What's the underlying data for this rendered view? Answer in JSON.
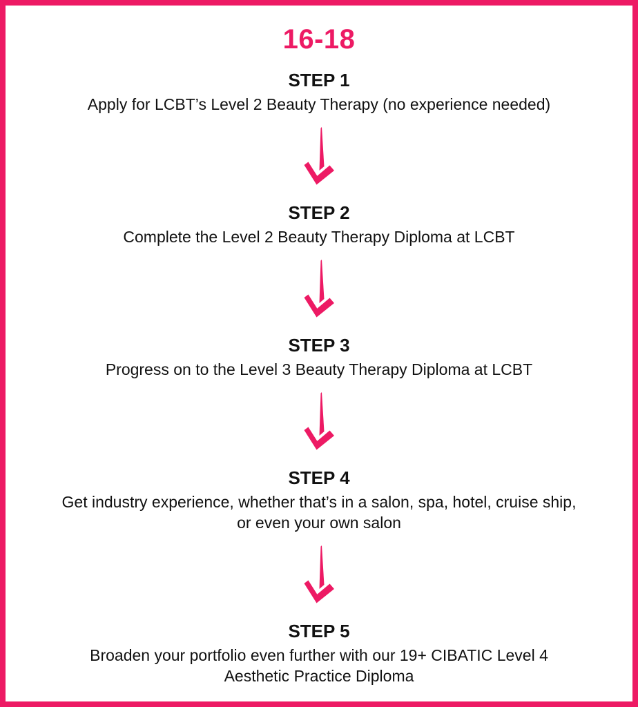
{
  "page": {
    "title": "16-18",
    "accent_color": "#ED1A64",
    "text_color": "#111111",
    "background_color": "#FFFFFF"
  },
  "steps": [
    {
      "label": "STEP 1",
      "lines": [
        "Apply for LCBT’s Level 2 Beauty Therapy (no experience needed)"
      ]
    },
    {
      "label": "STEP 2",
      "lines": [
        "Complete the Level 2 Beauty Therapy Diploma at LCBT"
      ]
    },
    {
      "label": "STEP 3",
      "lines": [
        "Progress on to the Level 3 Beauty Therapy Diploma at LCBT"
      ]
    },
    {
      "label": "STEP 4",
      "lines": [
        "Get industry experience, whether that’s in a salon, spa, hotel, cruise ship,",
        "or even your own salon"
      ]
    },
    {
      "label": "STEP 5",
      "lines": [
        "Broaden your portfolio even further with our 19+ CIBATIC Level 4",
        "Aesthetic Practice Diploma"
      ]
    }
  ]
}
